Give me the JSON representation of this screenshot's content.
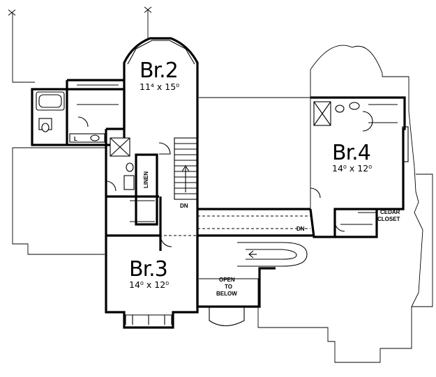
{
  "rooms": {
    "br2": {
      "name": "Br.2",
      "dim": "11⁴ x 15⁰"
    },
    "br3": {
      "name": "Br.3",
      "dim": "14⁰ x 12⁰"
    },
    "br4": {
      "name": "Br.4",
      "dim": "14⁰ x 12⁰"
    }
  },
  "labels": {
    "linen": "LINEN",
    "dn_main": "DN",
    "dn_stair": "DN",
    "cedar_line1": "CEDAR",
    "cedar_line2": "CLOSET",
    "open_line1": "OPEN",
    "open_line2": "TO",
    "open_line3": "BELOW",
    "linen_closet_short": "L"
  }
}
